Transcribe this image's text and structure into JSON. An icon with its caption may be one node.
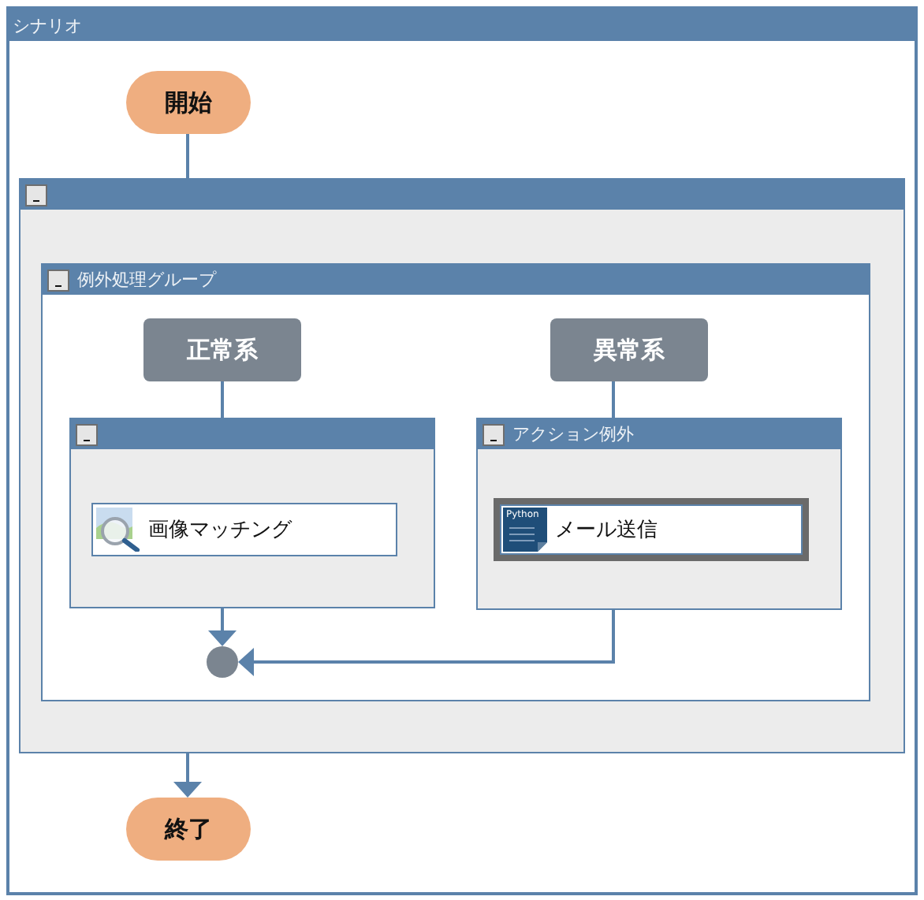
{
  "diagram": {
    "nodes": [
      {
        "text": [
          "シナリオ"
        ]
      },
      {
        "text": [
          "開始"
        ],
        "in": 0
      },
      {
        "text": [],
        "shape": "box",
        "in": 0
      },
      {
        "text": [
          "例外処理グループ"
        ],
        "in": 2
      },
      {
        "text": [
          "正常系"
        ],
        "in": 3
      },
      {
        "text": [
          "異常系"
        ],
        "in": 3
      },
      {
        "text": [],
        "shape": "box",
        "in": 3
      },
      {
        "text": [
          "アクション例外"
        ],
        "in": 3
      },
      {
        "text": [
          "画像マッチング"
        ],
        "in": 6
      },
      {
        "text": [
          "メール送信"
        ],
        "in": 7
      },
      {
        "text": [],
        "shape": "circle",
        "in": 3
      },
      {
        "text": [
          "終了"
        ],
        "in": 0
      }
    ],
    "edges": [
      {
        "from": 1,
        "to": 2,
        "arrow": "none"
      },
      {
        "from": 4,
        "to": 6,
        "arrow": "none"
      },
      {
        "from": 5,
        "to": 7,
        "arrow": "none"
      },
      {
        "from": 6,
        "to": 10,
        "arrow": "to"
      },
      {
        "from": 7,
        "to": 10,
        "arrow": "to"
      },
      {
        "from": 2,
        "to": 11,
        "arrow": "to"
      }
    ],
    "labels": [
      "Python"
    ]
  }
}
